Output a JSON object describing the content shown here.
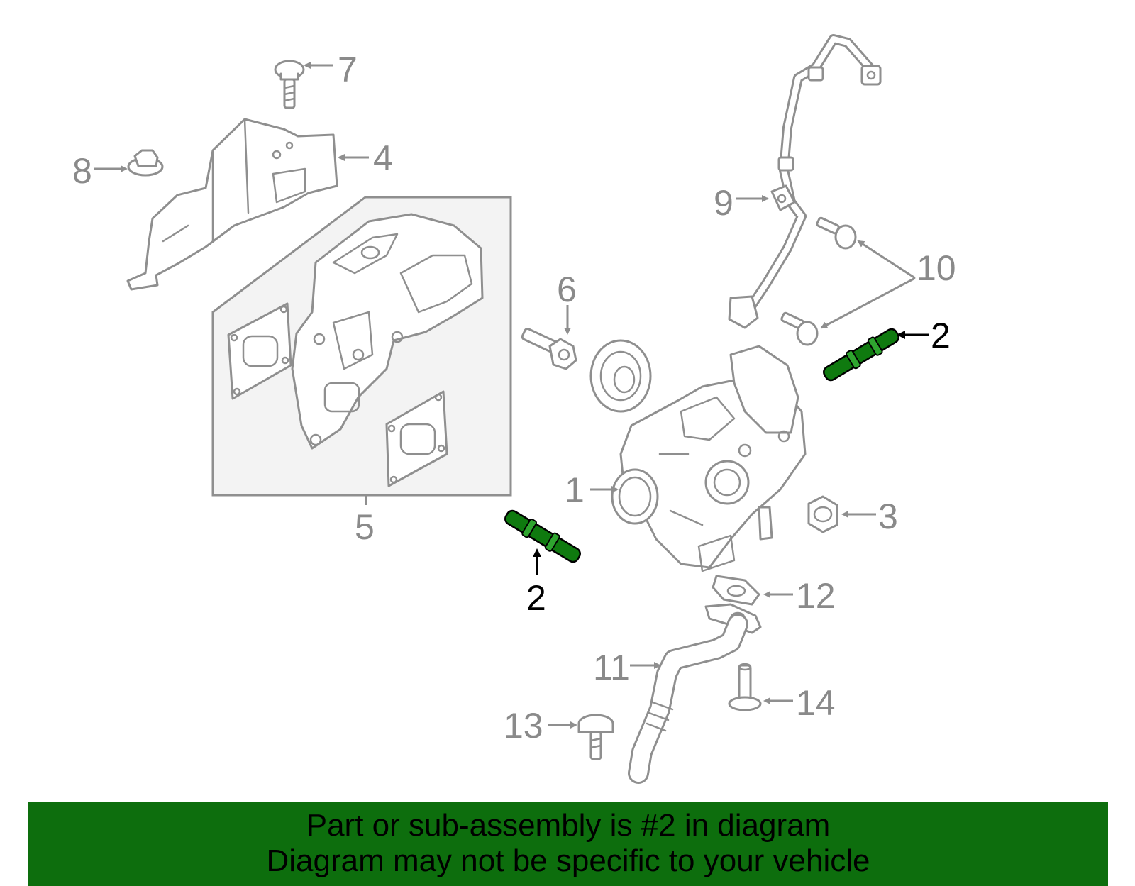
{
  "callouts": {
    "c1": "1",
    "c2a": "2",
    "c2b": "2",
    "c3": "3",
    "c4": "4",
    "c5": "5",
    "c6": "6",
    "c7": "7",
    "c8": "8",
    "c9": "9",
    "c10": "10",
    "c11": "11",
    "c12": "12",
    "c13": "13",
    "c14": "14"
  },
  "highlighted_part": "2",
  "colors": {
    "highlight": "#0f7a0f",
    "banner": "#0d6e0d",
    "linework": "#8f8f8f",
    "subassembly_box": "#f3f3f3"
  },
  "banner": {
    "line1": "Part or sub-assembly is #2 in diagram",
    "line2": "Diagram may not be specific to your vehicle"
  }
}
